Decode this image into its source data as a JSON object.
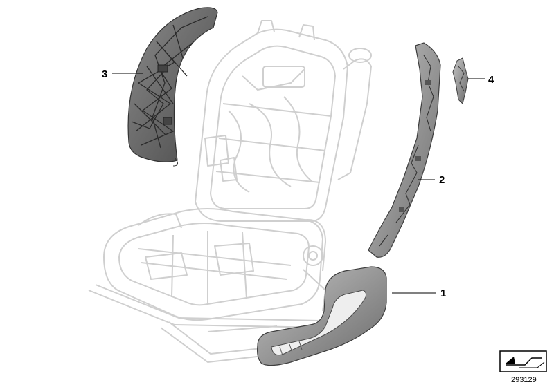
{
  "callouts": {
    "c1": "1",
    "c2": "2",
    "c3": "3",
    "c4": "4"
  },
  "reference_number": "293129",
  "colors": {
    "frame_outline": "#cfcfcf",
    "part_fill": "#9a9a9a",
    "part_dark": "#555555",
    "leader": "#000000"
  },
  "icons": {
    "corner_badge": "arrow-icon"
  }
}
